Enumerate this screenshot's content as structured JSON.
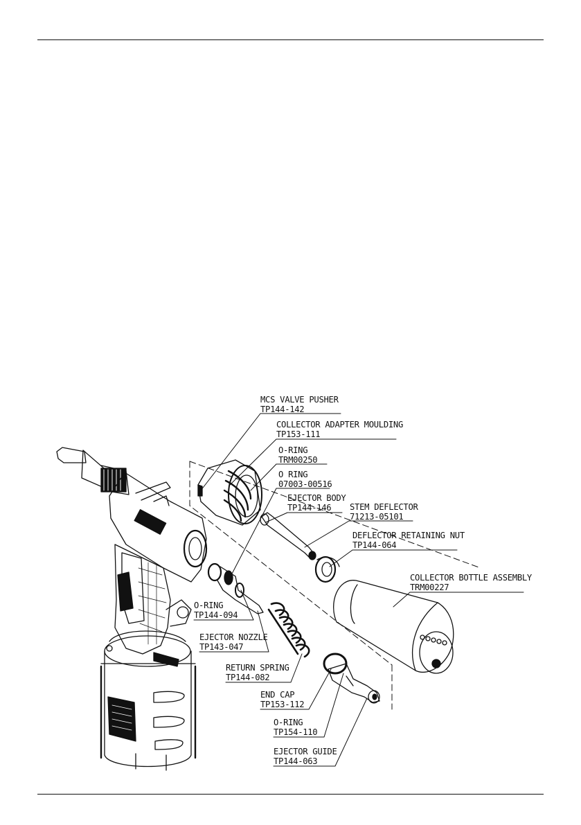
{
  "figure": {
    "callouts": [
      {
        "name": "MCS VALVE PUSHER",
        "part": "TP144-142"
      },
      {
        "name": "COLLECTOR ADAPTER MOULDING",
        "part": "TP153-111"
      },
      {
        "name": "O-RING",
        "part": "TRM00250"
      },
      {
        "name": "O RING",
        "part": "07003-00516"
      },
      {
        "name": "EJECTOR BODY",
        "part": "TP144-146"
      },
      {
        "name": "STEM DEFLECTOR",
        "part": "71213-05101"
      },
      {
        "name": "DEFLECTOR RETAINING NUT",
        "part": "TP144-064"
      },
      {
        "name": "COLLECTOR BOTTLE ASSEMBLY",
        "part": "TRM00227"
      },
      {
        "name": "O-RING",
        "part": "TP144-094"
      },
      {
        "name": "EJECTOR NOZZLE",
        "part": "TP143-047"
      },
      {
        "name": "RETURN SPRING",
        "part": "TP144-082"
      },
      {
        "name": "END CAP",
        "part": "TP153-112"
      },
      {
        "name": "O-RING",
        "part": "TP154-110"
      },
      {
        "name": "EJECTOR GUIDE",
        "part": "TP144-063"
      }
    ]
  }
}
